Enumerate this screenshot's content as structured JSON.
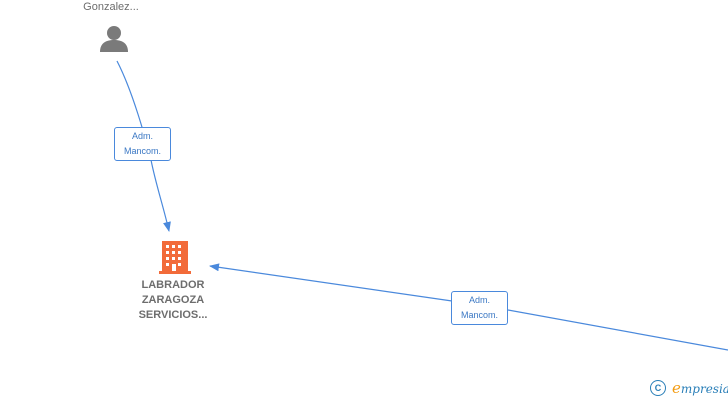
{
  "nodes": {
    "person": {
      "label": "Gonzalez..."
    },
    "company": {
      "label_lines": [
        "LABRADOR",
        "ZARAGOZA",
        "SERVICIOS..."
      ]
    }
  },
  "edges": [
    {
      "label_lines": [
        "Adm.",
        "Mancom."
      ]
    },
    {
      "label_lines": [
        "Adm.",
        "Mancom."
      ]
    }
  ],
  "watermark": {
    "symbol": "C",
    "brand_initial": "e",
    "brand_rest": "mpresia"
  },
  "colors": {
    "edge": "#4a89dc",
    "person_icon": "#7a7a7a",
    "company_icon": "#f26b3a"
  }
}
